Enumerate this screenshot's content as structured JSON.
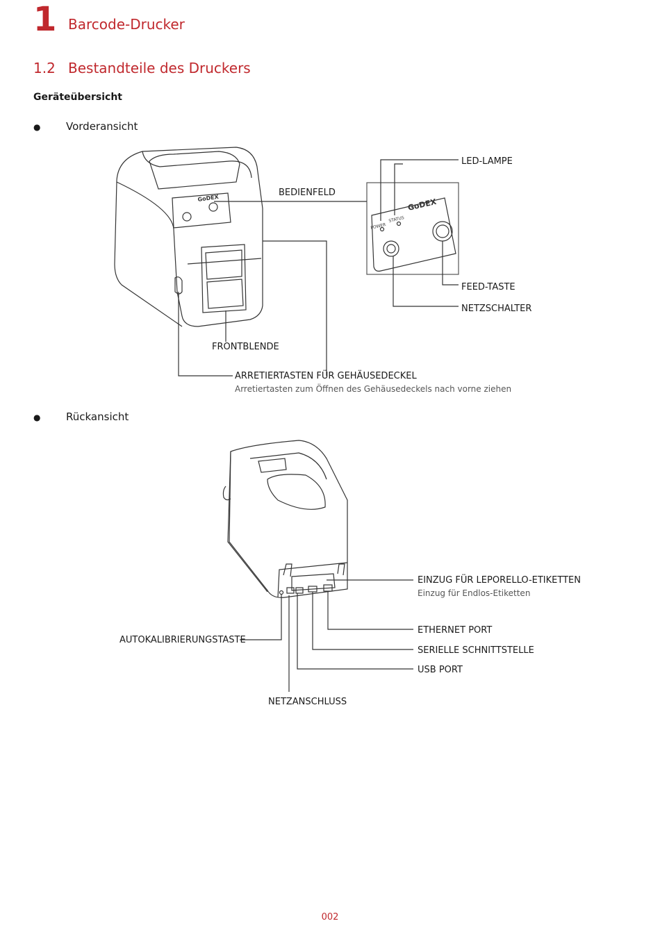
{
  "chapter": {
    "number": "1",
    "title": "Barcode-Drucker"
  },
  "section": {
    "number": "1.2",
    "title": "Bestandteile des Druckers"
  },
  "subheading": "Geräteübersicht",
  "front_view": {
    "bullet": "Vorderansicht",
    "labels": {
      "led": "LED-LAMPE",
      "panel": "BEDIENFELD",
      "feed": "FEED-TASTE",
      "power_switch": "NETZSCHALTER",
      "front_cover": "FRONTBLENDE",
      "release_buttons": "ARRETIERTASTEN FÜR GEHÄUSEDECKEL",
      "release_note": "Arretiertasten zum Öffnen des Gehäusedeckels nach vorne ziehen"
    },
    "panel_text": {
      "brand": "GoDEX",
      "power": "POWER",
      "status": "STATUS"
    }
  },
  "rear_view": {
    "bullet": "Rückansicht",
    "labels": {
      "fanfold": "EINZUG FÜR LEPORELLO-ETIKETTEN",
      "fanfold_note": "Einzug für Endlos-Etiketten",
      "ethernet": "ETHERNET PORT",
      "serial": "SERIELLE SCHNITTSTELLE",
      "usb": "USB PORT",
      "autocal": "AUTOKALIBRIERUNGSTASTE",
      "power_jack": "NETZANSCHLUSS"
    }
  },
  "page_number": "002",
  "colors": {
    "accent": "#c0282d",
    "text": "#1a1a1a",
    "line": "#333333"
  }
}
